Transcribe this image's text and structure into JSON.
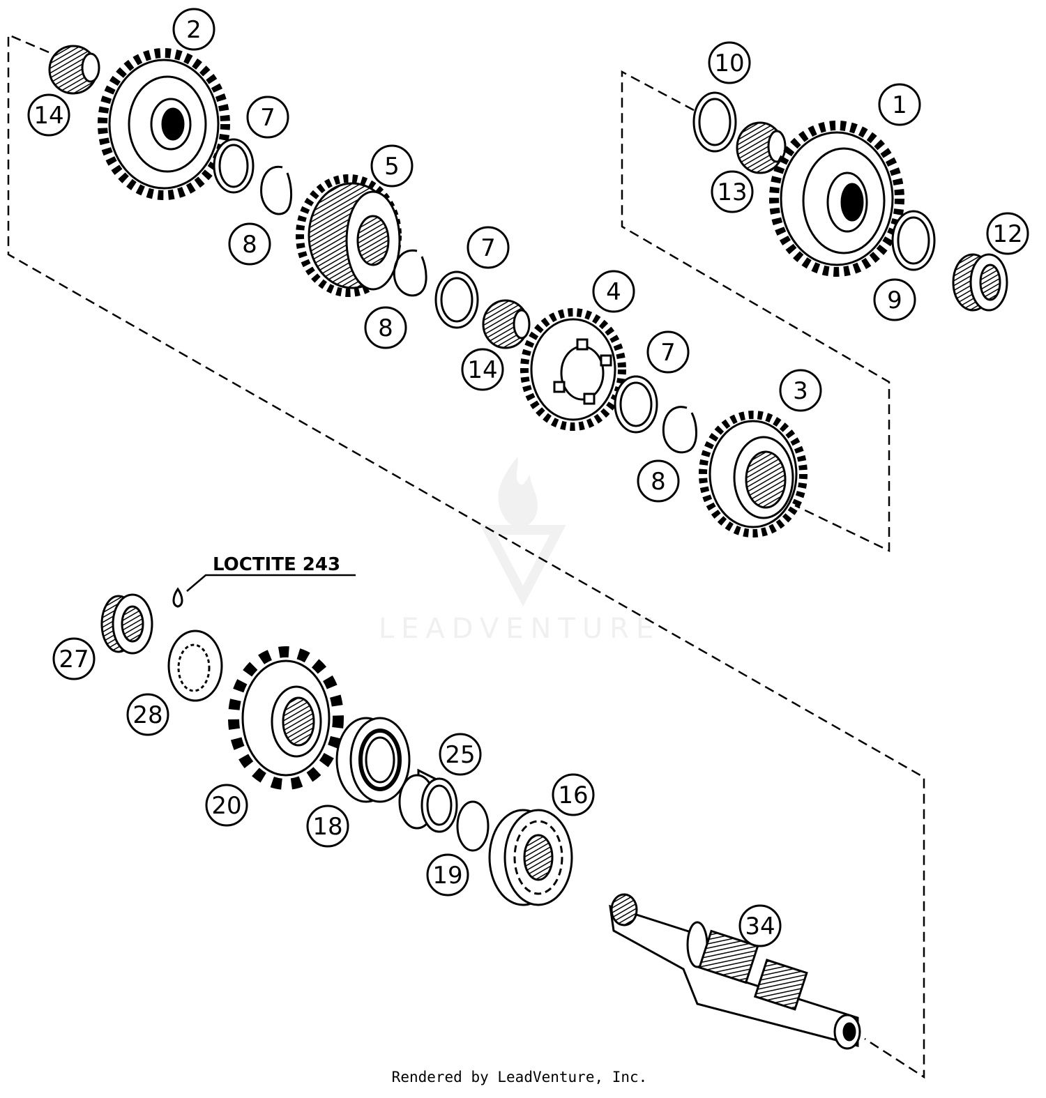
{
  "diagram": {
    "callouts": [
      {
        "id": "c1",
        "label": "1"
      },
      {
        "id": "c2",
        "label": "2"
      },
      {
        "id": "c3",
        "label": "3"
      },
      {
        "id": "c4",
        "label": "4"
      },
      {
        "id": "c5",
        "label": "5"
      },
      {
        "id": "c7a",
        "label": "7"
      },
      {
        "id": "c7b",
        "label": "7"
      },
      {
        "id": "c7c",
        "label": "7"
      },
      {
        "id": "c8a",
        "label": "8"
      },
      {
        "id": "c8b",
        "label": "8"
      },
      {
        "id": "c8c",
        "label": "8"
      },
      {
        "id": "c9",
        "label": "9"
      },
      {
        "id": "c10",
        "label": "10"
      },
      {
        "id": "c12",
        "label": "12"
      },
      {
        "id": "c13",
        "label": "13"
      },
      {
        "id": "c14a",
        "label": "14"
      },
      {
        "id": "c14b",
        "label": "14"
      },
      {
        "id": "c16",
        "label": "16"
      },
      {
        "id": "c18",
        "label": "18"
      },
      {
        "id": "c19",
        "label": "19"
      },
      {
        "id": "c20",
        "label": "20"
      },
      {
        "id": "c25",
        "label": "25"
      },
      {
        "id": "c27",
        "label": "27"
      },
      {
        "id": "c28",
        "label": "28"
      },
      {
        "id": "c34",
        "label": "34"
      }
    ],
    "note": "LOCTITE 243",
    "watermark": "LEADVENTURE",
    "footer": "Rendered by LeadVenture, Inc."
  }
}
